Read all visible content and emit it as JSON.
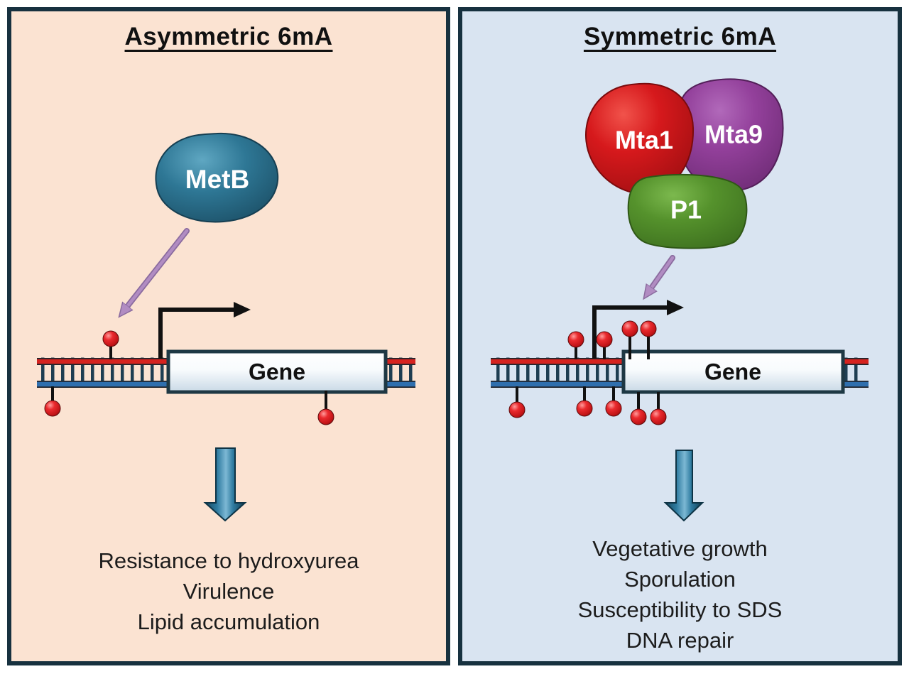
{
  "figure": {
    "left_panel": {
      "title": "Asymmetric 6mA",
      "protein": "MetB",
      "gene_label": "Gene",
      "methyl_marks": {
        "above_dna": 1,
        "below_dna": 2
      },
      "outcomes": [
        "Resistance to hydroxyurea",
        "Virulence",
        "Lipid accumulation"
      ]
    },
    "right_panel": {
      "title": "Symmetric 6mA",
      "proteins": {
        "mta1": "Mta1",
        "mta9": "Mta9",
        "p1": "P1"
      },
      "gene_label": "Gene",
      "methyl_marks": {
        "above_dna": 4,
        "below_dna": 5
      },
      "outcomes": [
        "Vegetative growth",
        "Sporulation",
        "Susceptibility to SDS",
        "DNA repair"
      ]
    },
    "colors": {
      "left_panel_bg": "#fbe3d2",
      "right_panel_bg": "#d9e4f1",
      "panel_border": "#17313f",
      "metb_protein": "#2e7795",
      "mta1_protein": "#d6191c",
      "mta9_protein": "#93409b",
      "p1_protein": "#55922c",
      "dna_top_strand": "#d6231f",
      "dna_bottom_strand": "#2f6fae",
      "methyl_mark": "#d81b1f",
      "targeting_arrow": "#b18cc2",
      "outcome_arrow": "#2e7ba0"
    }
  }
}
